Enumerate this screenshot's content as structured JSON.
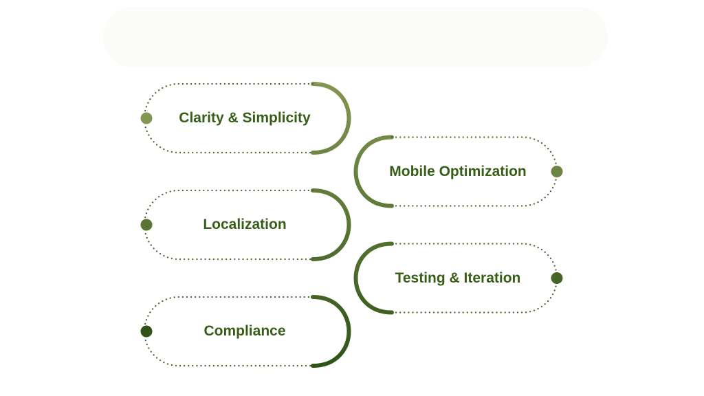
{
  "diagram": {
    "type": "alternating-step-flow",
    "steps": [
      {
        "label": "Clarity & Simplicity",
        "side": "left",
        "color": "#839653"
      },
      {
        "label": "Mobile Optimization",
        "side": "right",
        "color": "#6d8543"
      },
      {
        "label": "Localization",
        "side": "left",
        "color": "#587534"
      },
      {
        "label": "Testing & Iteration",
        "side": "right",
        "color": "#446425"
      },
      {
        "label": "Compliance",
        "side": "left",
        "color": "#2f5317"
      }
    ],
    "colors": {
      "label_text": "#365e16",
      "dotted_outline": "#46602a",
      "stem_top": "#839653",
      "stem_bottom": "#2f5317",
      "title_bar": "#fbfbf8"
    }
  }
}
